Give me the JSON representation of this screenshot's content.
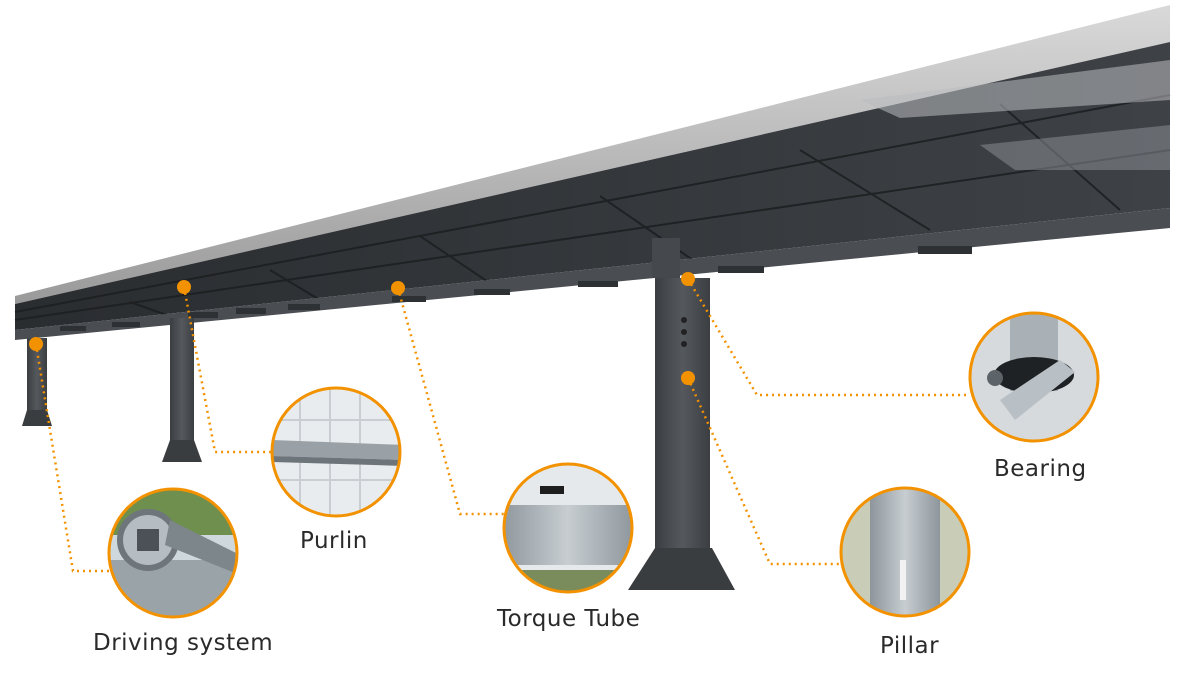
{
  "accent_color": "#F39200",
  "labels": {
    "driving_system": "Driving system",
    "purlin": "Purlin",
    "torque_tube": "Torque Tube",
    "pillar": "Pillar",
    "bearing": "Bearing"
  }
}
